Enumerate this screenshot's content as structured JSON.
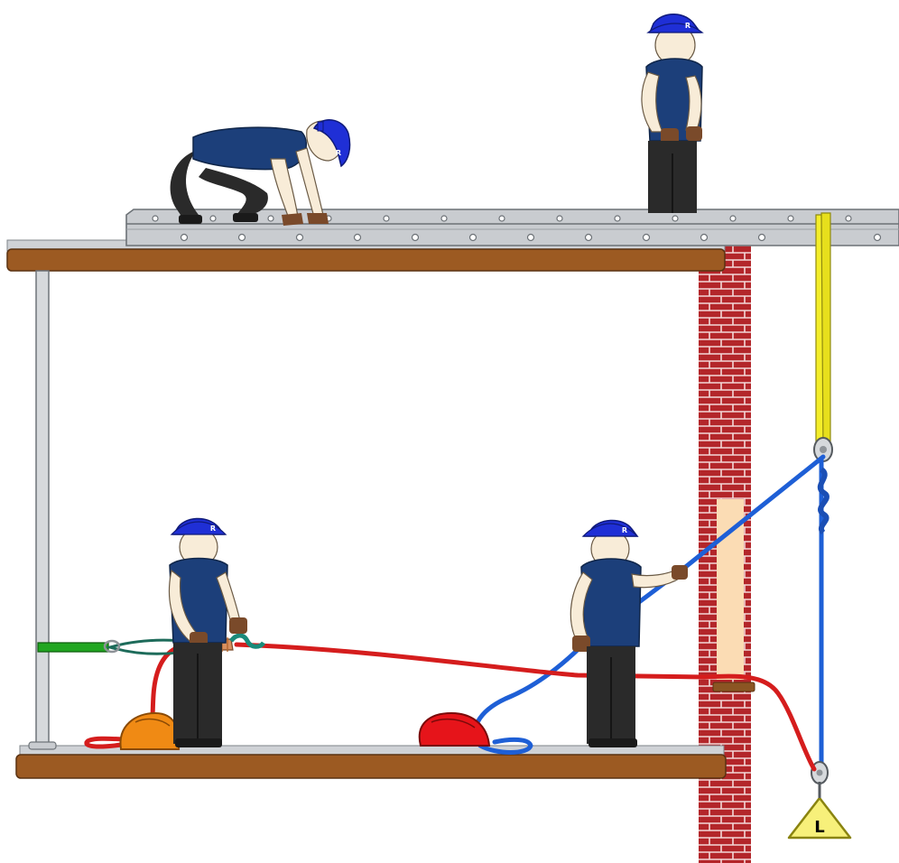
{
  "scene": {
    "load_label": "L",
    "helmet_marks": [
      "R",
      "R",
      "R",
      "R"
    ]
  },
  "colors": {
    "helmet": "#1f2fd6",
    "shirt": "#1c3f7a",
    "pants": "#2a2a2a",
    "glove": "#7a4a2a",
    "skin": "#f8ecd8",
    "beam": "#9c5a22",
    "brick": "#b3262a",
    "rail": "#c9ccd0",
    "red_rope": "#d51d1d",
    "blue_rope": "#1e5fd6",
    "yellow_strap": "#f4ee2a",
    "green_strap": "#21a621",
    "load": "#f7f07a",
    "window": "#fbdcb4"
  },
  "icons": {
    "load": "triangle-weight-icon",
    "bags": [
      "orange-rope-bag-icon",
      "red-rope-bag-icon"
    ]
  }
}
